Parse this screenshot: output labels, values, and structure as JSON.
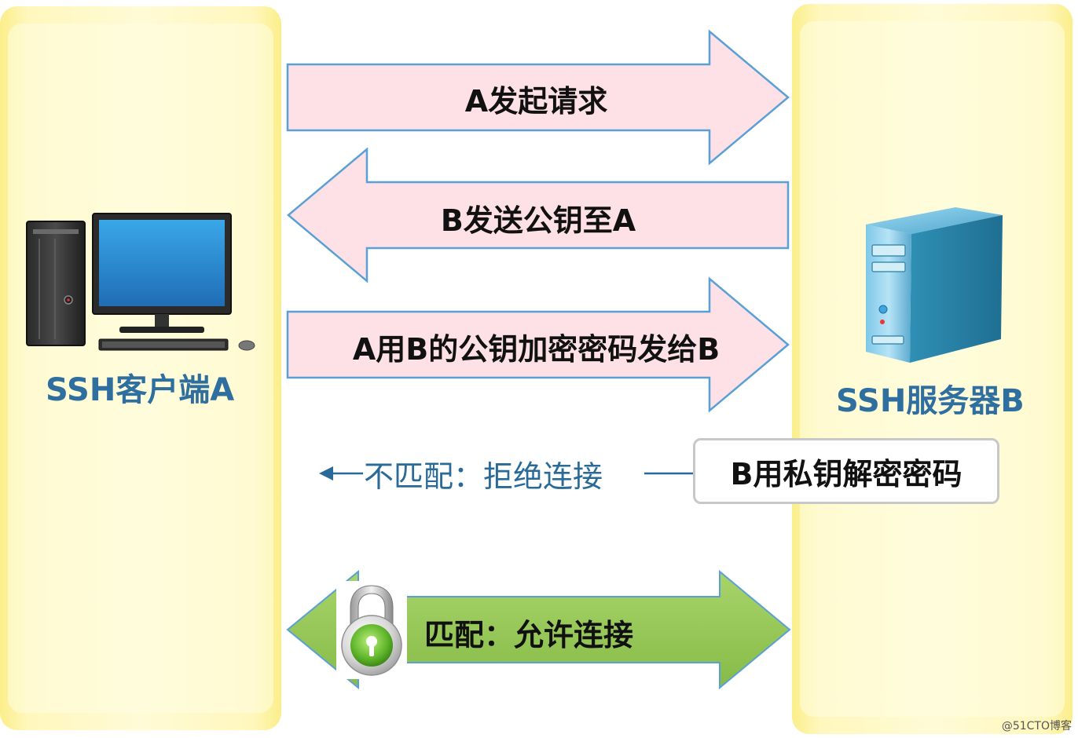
{
  "client": {
    "label": "SSH客户端A"
  },
  "server": {
    "label": "SSH服务器B"
  },
  "steps": {
    "request": "A发起请求",
    "send_key": "B发送公钥至A",
    "encrypt": "A用B的公钥加密密码发给B",
    "decrypt": "B用私钥解密密码",
    "reject": "不匹配：拒绝连接",
    "accept": "匹配：允许连接"
  },
  "watermark": "@51CTO博客",
  "colors": {
    "panel": "#fdf3a6",
    "arrow_pink_fill": "#fde1e6",
    "arrow_pink_stroke": "#5aa0d6",
    "arrow_green_fill": "#98c95a",
    "label_blue": "#2f6f9f"
  }
}
